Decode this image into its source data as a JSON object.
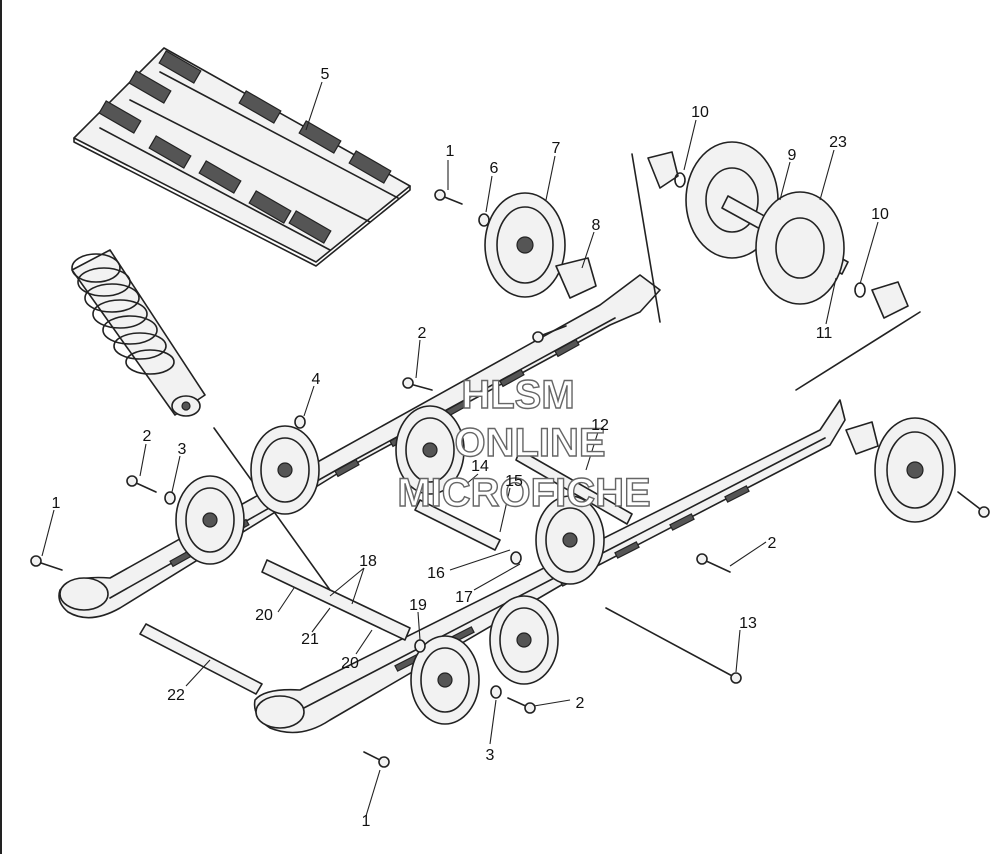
{
  "watermark": {
    "line1": "HLSM",
    "line2": "ONLINE",
    "line3": "MICROFICHE"
  },
  "callouts": [
    {
      "id": "c5",
      "label": "5"
    },
    {
      "id": "c10a",
      "label": "10"
    },
    {
      "id": "c1a",
      "label": "1"
    },
    {
      "id": "c6",
      "label": "6"
    },
    {
      "id": "c7",
      "label": "7"
    },
    {
      "id": "c9",
      "label": "9"
    },
    {
      "id": "c23",
      "label": "23"
    },
    {
      "id": "c10b",
      "label": "10"
    },
    {
      "id": "c8",
      "label": "8"
    },
    {
      "id": "c11",
      "label": "11"
    },
    {
      "id": "c2a",
      "label": "2"
    },
    {
      "id": "c4",
      "label": "4"
    },
    {
      "id": "c12",
      "label": "12"
    },
    {
      "id": "c14",
      "label": "14"
    },
    {
      "id": "c2b",
      "label": "2"
    },
    {
      "id": "c3a",
      "label": "3"
    },
    {
      "id": "c15",
      "label": "15"
    },
    {
      "id": "c1b",
      "label": "1"
    },
    {
      "id": "c18",
      "label": "18"
    },
    {
      "id": "c16",
      "label": "16"
    },
    {
      "id": "c2c",
      "label": "2"
    },
    {
      "id": "c17",
      "label": "17"
    },
    {
      "id": "c20a",
      "label": "20"
    },
    {
      "id": "c19",
      "label": "19"
    },
    {
      "id": "c21",
      "label": "21"
    },
    {
      "id": "c13",
      "label": "13"
    },
    {
      "id": "c20b",
      "label": "20"
    },
    {
      "id": "c22",
      "label": "22"
    },
    {
      "id": "c2d",
      "label": "2"
    },
    {
      "id": "c3b",
      "label": "3"
    },
    {
      "id": "c1c",
      "label": "1"
    }
  ]
}
